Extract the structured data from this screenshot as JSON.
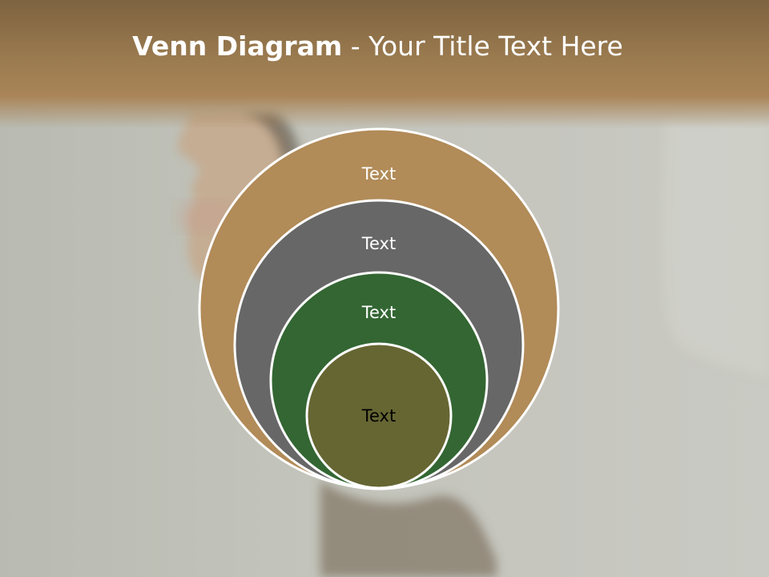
{
  "slide": {
    "title_bold": "Venn Diagram",
    "title_rest": " - Your Title Text Here"
  },
  "diagram": {
    "type": "nested-venn",
    "rings": [
      {
        "label": "Text",
        "fill": "#b18b58",
        "text_color": "#ffffff"
      },
      {
        "label": "Text",
        "fill": "#676767",
        "text_color": "#ffffff"
      },
      {
        "label": "Text",
        "fill": "#336633",
        "text_color": "#ffffff"
      },
      {
        "label": "Text",
        "fill": "#666633",
        "text_color": "#000000"
      }
    ],
    "outline_color": "#ffffff"
  },
  "colors": {
    "header": "#a17f53",
    "background": "#c4c5bd"
  }
}
